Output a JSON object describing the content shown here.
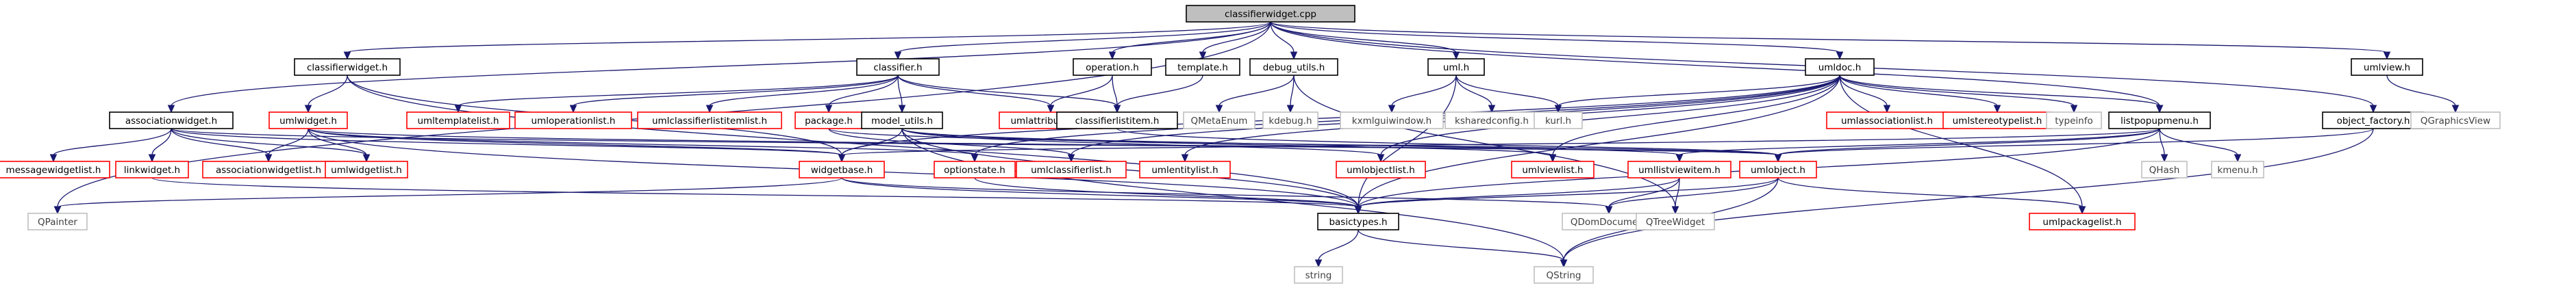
{
  "title": "classifierwidget.cpp",
  "colors": {
    "edge": "#191970",
    "root_fill": "#bfbfbf",
    "root_border": "#000000",
    "documented_border": "#000000",
    "undocumented_border": "#ff0000",
    "external_border": "#bfbfbf",
    "external_text": "#404040",
    "text": "#000000",
    "background": "#ffffff"
  },
  "nodes": [
    {
      "id": "root",
      "label": "classifierwidget.cpp",
      "kind": "root"
    },
    {
      "id": "classifierwidget_h",
      "label": "classifierwidget.h",
      "kind": "doc"
    },
    {
      "id": "classifier_h",
      "label": "classifier.h",
      "kind": "doc"
    },
    {
      "id": "operation_h",
      "label": "operation.h",
      "kind": "doc"
    },
    {
      "id": "template_h",
      "label": "template.h",
      "kind": "doc"
    },
    {
      "id": "debug_utils_h",
      "label": "debug_utils.h",
      "kind": "doc"
    },
    {
      "id": "uml_h",
      "label": "uml.h",
      "kind": "doc"
    },
    {
      "id": "umldoc_h",
      "label": "umldoc.h",
      "kind": "doc"
    },
    {
      "id": "umlview_h",
      "label": "umlview.h",
      "kind": "doc"
    },
    {
      "id": "associationwidget_h",
      "label": "associationwidget.h",
      "kind": "doc"
    },
    {
      "id": "umlwidget_h",
      "label": "umlwidget.h",
      "kind": "undoc"
    },
    {
      "id": "umltemplatelist_h",
      "label": "umltemplatelist.h",
      "kind": "undoc"
    },
    {
      "id": "umloperationlist_h",
      "label": "umloperationlist.h",
      "kind": "undoc"
    },
    {
      "id": "umlclassifierlistitemlist_h",
      "label": "umlclassifierlistitemlist.h",
      "kind": "undoc"
    },
    {
      "id": "package_h",
      "label": "package.h",
      "kind": "undoc"
    },
    {
      "id": "model_utils_h",
      "label": "model_utils.h",
      "kind": "doc"
    },
    {
      "id": "umlattributelist_h",
      "label": "umlattributelist.h",
      "kind": "undoc"
    },
    {
      "id": "classifierlistitem_h",
      "label": "classifierlistitem.h",
      "kind": "doc"
    },
    {
      "id": "QMetaEnum",
      "label": "QMetaEnum",
      "kind": "ext"
    },
    {
      "id": "kdebug_h",
      "label": "kdebug.h",
      "kind": "ext"
    },
    {
      "id": "kxmlguiwindow_h",
      "label": "kxmlguiwindow.h",
      "kind": "ext"
    },
    {
      "id": "ksharedconfig_h",
      "label": "ksharedconfig.h",
      "kind": "ext"
    },
    {
      "id": "kurl_h",
      "label": "kurl.h",
      "kind": "ext"
    },
    {
      "id": "umlassociationlist_h",
      "label": "umlassociationlist.h",
      "kind": "undoc"
    },
    {
      "id": "umlstereotypelist_h",
      "label": "umlstereotypelist.h",
      "kind": "undoc"
    },
    {
      "id": "typeinfo",
      "label": "typeinfo",
      "kind": "ext"
    },
    {
      "id": "listpopupmenu_h",
      "label": "listpopupmenu.h",
      "kind": "doc"
    },
    {
      "id": "object_factory_h",
      "label": "object_factory.h",
      "kind": "doc"
    },
    {
      "id": "QGraphicsView",
      "label": "QGraphicsView",
      "kind": "ext"
    },
    {
      "id": "messagewidgetlist_h",
      "label": "messagewidgetlist.h",
      "kind": "undoc"
    },
    {
      "id": "linkwidget_h",
      "label": "linkwidget.h",
      "kind": "undoc"
    },
    {
      "id": "associationwidgetlist_h",
      "label": "associationwidgetlist.h",
      "kind": "undoc"
    },
    {
      "id": "umlwidgetlist_h",
      "label": "umlwidgetlist.h",
      "kind": "undoc"
    },
    {
      "id": "widgetbase_h",
      "label": "widgetbase.h",
      "kind": "undoc"
    },
    {
      "id": "optionstate_h",
      "label": "optionstate.h",
      "kind": "undoc"
    },
    {
      "id": "umlclassifierlist_h",
      "label": "umlclassifierlist.h",
      "kind": "undoc"
    },
    {
      "id": "umlentitylist_h",
      "label": "umlentitylist.h",
      "kind": "undoc"
    },
    {
      "id": "umlobjectlist_h",
      "label": "umlobjectlist.h",
      "kind": "undoc"
    },
    {
      "id": "umlviewlist_h",
      "label": "umlviewlist.h",
      "kind": "undoc"
    },
    {
      "id": "umllistviewitem_h",
      "label": "umllistviewitem.h",
      "kind": "undoc"
    },
    {
      "id": "umlobject_h",
      "label": "umlobject.h",
      "kind": "undoc"
    },
    {
      "id": "QHash",
      "label": "QHash",
      "kind": "ext"
    },
    {
      "id": "kmenu_h",
      "label": "kmenu.h",
      "kind": "ext"
    },
    {
      "id": "QPainter",
      "label": "QPainter",
      "kind": "ext"
    },
    {
      "id": "basictypes_h",
      "label": "basictypes.h",
      "kind": "doc"
    },
    {
      "id": "QDomDocument",
      "label": "QDomDocument",
      "kind": "ext"
    },
    {
      "id": "QTreeWidget",
      "label": "QTreeWidget",
      "kind": "ext"
    },
    {
      "id": "umlpackagelist_h",
      "label": "umlpackagelist.h",
      "kind": "undoc"
    },
    {
      "id": "string",
      "label": "string",
      "kind": "ext"
    },
    {
      "id": "QString",
      "label": "QString",
      "kind": "ext"
    }
  ],
  "edges": [
    [
      "root",
      "classifierwidget_h"
    ],
    [
      "root",
      "classifier_h"
    ],
    [
      "root",
      "operation_h"
    ],
    [
      "root",
      "template_h"
    ],
    [
      "root",
      "debug_utils_h"
    ],
    [
      "root",
      "uml_h"
    ],
    [
      "root",
      "umldoc_h"
    ],
    [
      "root",
      "umlview_h"
    ],
    [
      "root",
      "associationwidget_h"
    ],
    [
      "root",
      "QPainter"
    ],
    [
      "root",
      "listpopupmenu_h"
    ],
    [
      "root",
      "object_factory_h"
    ],
    [
      "classifierwidget_h",
      "umlwidget_h"
    ],
    [
      "classifierwidget_h",
      "widgetbase_h"
    ],
    [
      "classifierwidget_h",
      "basictypes_h"
    ],
    [
      "classifier_h",
      "umltemplatelist_h"
    ],
    [
      "classifier_h",
      "umloperationlist_h"
    ],
    [
      "classifier_h",
      "umlclassifierlistitemlist_h"
    ],
    [
      "classifier_h",
      "package_h"
    ],
    [
      "classifier_h",
      "model_utils_h"
    ],
    [
      "classifier_h",
      "umlattributelist_h"
    ],
    [
      "classifier_h",
      "classifierlistitem_h"
    ],
    [
      "operation_h",
      "umlattributelist_h"
    ],
    [
      "operation_h",
      "classifierlistitem_h"
    ],
    [
      "template_h",
      "classifierlistitem_h"
    ],
    [
      "debug_utils_h",
      "QMetaEnum"
    ],
    [
      "debug_utils_h",
      "kdebug_h"
    ],
    [
      "debug_utils_h",
      "QTreeWidget"
    ],
    [
      "uml_h",
      "kxmlguiwindow_h"
    ],
    [
      "uml_h",
      "ksharedconfig_h"
    ],
    [
      "uml_h",
      "kurl_h"
    ],
    [
      "uml_h",
      "basictypes_h"
    ],
    [
      "umldoc_h",
      "kurl_h"
    ],
    [
      "umldoc_h",
      "umlassociationlist_h"
    ],
    [
      "umldoc_h",
      "umlstereotypelist_h"
    ],
    [
      "umldoc_h",
      "typeinfo"
    ],
    [
      "umldoc_h",
      "listpopupmenu_h"
    ],
    [
      "umldoc_h",
      "umlclassifierlist_h"
    ],
    [
      "umldoc_h",
      "umlentitylist_h"
    ],
    [
      "umldoc_h",
      "umlobjectlist_h"
    ],
    [
      "umldoc_h",
      "umlviewlist_h"
    ],
    [
      "umldoc_h",
      "optionstate_h"
    ],
    [
      "umldoc_h",
      "umlpackagelist_h"
    ],
    [
      "umldoc_h",
      "widgetbase_h"
    ],
    [
      "umldoc_h",
      "basictypes_h"
    ],
    [
      "umlview_h",
      "QGraphicsView"
    ],
    [
      "associationwidget_h",
      "messagewidgetlist_h"
    ],
    [
      "associationwidget_h",
      "linkwidget_h"
    ],
    [
      "associationwidget_h",
      "associationwidgetlist_h"
    ],
    [
      "associationwidget_h",
      "umlwidgetlist_h"
    ],
    [
      "associationwidget_h",
      "widgetbase_h"
    ],
    [
      "associationwidget_h",
      "umlobject_h"
    ],
    [
      "umlwidget_h",
      "associationwidgetlist_h"
    ],
    [
      "umlwidget_h",
      "umlwidgetlist_h"
    ],
    [
      "umlwidget_h",
      "widgetbase_h"
    ],
    [
      "umlwidget_h",
      "optionstate_h"
    ],
    [
      "umlwidget_h",
      "basictypes_h"
    ],
    [
      "umlwidget_h",
      "umlobject_h"
    ],
    [
      "package_h",
      "umlclassifierlist_h"
    ],
    [
      "package_h",
      "umlobject_h"
    ],
    [
      "model_utils_h",
      "widgetbase_h"
    ],
    [
      "model_utils_h",
      "umlobjectlist_h"
    ],
    [
      "model_utils_h",
      "umlviewlist_h"
    ],
    [
      "model_utils_h",
      "umllistviewitem_h"
    ],
    [
      "model_utils_h",
      "basictypes_h"
    ],
    [
      "model_utils_h",
      "QString"
    ],
    [
      "classifierlistitem_h",
      "umlobject_h"
    ],
    [
      "listpopupmenu_h",
      "QHash"
    ],
    [
      "listpopupmenu_h",
      "kmenu_h"
    ],
    [
      "listpopupmenu_h",
      "umlobject_h"
    ],
    [
      "listpopupmenu_h",
      "widgetbase_h"
    ],
    [
      "listpopupmenu_h",
      "umllistviewitem_h"
    ],
    [
      "listpopupmenu_h",
      "basictypes_h"
    ],
    [
      "object_factory_h",
      "umlobject_h"
    ],
    [
      "object_factory_h",
      "QString"
    ],
    [
      "linkwidget_h",
      "basictypes_h"
    ],
    [
      "widgetbase_h",
      "QPainter"
    ],
    [
      "widgetbase_h",
      "basictypes_h"
    ],
    [
      "widgetbase_h",
      "QDomDocument"
    ],
    [
      "optionstate_h",
      "basictypes_h"
    ],
    [
      "umllistviewitem_h",
      "QTreeWidget"
    ],
    [
      "umllistviewitem_h",
      "QDomDocument"
    ],
    [
      "umllistviewitem_h",
      "basictypes_h"
    ],
    [
      "umlobject_h",
      "basictypes_h"
    ],
    [
      "umlobject_h",
      "umlpackagelist_h"
    ],
    [
      "umlobject_h",
      "QDomDocument"
    ],
    [
      "umlobject_h",
      "QString"
    ],
    [
      "basictypes_h",
      "string"
    ],
    [
      "basictypes_h",
      "QString"
    ]
  ]
}
